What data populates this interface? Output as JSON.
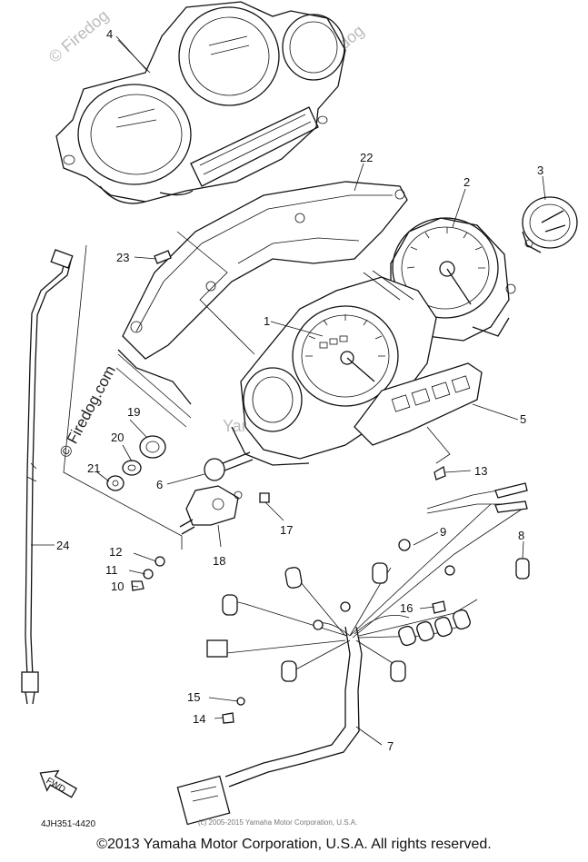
{
  "parts": [
    {
      "id": "p1",
      "label": "1"
    },
    {
      "id": "p2",
      "label": "2"
    },
    {
      "id": "p3",
      "label": "3"
    },
    {
      "id": "p4",
      "label": "4"
    },
    {
      "id": "p5",
      "label": "5"
    },
    {
      "id": "p6",
      "label": "6"
    },
    {
      "id": "p7",
      "label": "7"
    },
    {
      "id": "p8",
      "label": "8"
    },
    {
      "id": "p9",
      "label": "9"
    },
    {
      "id": "p10",
      "label": "10"
    },
    {
      "id": "p11",
      "label": "11"
    },
    {
      "id": "p12",
      "label": "12"
    },
    {
      "id": "p13",
      "label": "13"
    },
    {
      "id": "p14",
      "label": "14"
    },
    {
      "id": "p15",
      "label": "15"
    },
    {
      "id": "p16",
      "label": "16"
    },
    {
      "id": "p17",
      "label": "17"
    },
    {
      "id": "p18",
      "label": "18"
    },
    {
      "id": "p19",
      "label": "19"
    },
    {
      "id": "p20",
      "label": "20"
    },
    {
      "id": "p21",
      "label": "21"
    },
    {
      "id": "p22",
      "label": "22"
    },
    {
      "id": "p23",
      "label": "23"
    },
    {
      "id": "p24",
      "label": "24"
    }
  ],
  "watermarks": {
    "firedog_top_left": "© Firedog",
    "firedog_top_right": "Firedog",
    "firedog_center": "© Firedog.com",
    "yamaha_faint": "Yamaha Motor U.S.A."
  },
  "fwd_arrow_label": "FWD",
  "diagram_code": "4JH351-4420",
  "small_copyright": "(c) 2005-2015 Yamaha Motor Corporation, U.S.A.",
  "footer_copyright": "©2013 Yamaha Motor Corporation, U.S.A. All rights reserved."
}
